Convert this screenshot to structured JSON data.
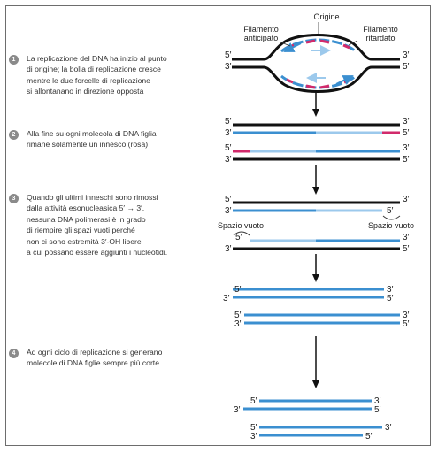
{
  "steps": [
    {
      "num": "1",
      "text": "La replicazione del DNA ha inizio al punto\ndi origine; la bolla di replicazione cresce\nmentre le due forcelle di replicazione\nsi allontanano in direzione opposta"
    },
    {
      "num": "2",
      "text": "Alla fine su ogni molecola di DNA figlia\nrimane solamente un innesco (rosa)"
    },
    {
      "num": "3",
      "text": "Quando gli ultimi inneschi sono rimossi\ndalla attività esonucleasica 5′ → 3′,\nnessuna DNA polimerasi è in grado\ndi riempire gli spazi vuoti perché\nnon ci sono estremità 3′-OH libere\na cui possano essere aggiunti i nucleotidi."
    },
    {
      "num": "4",
      "text": "Ad ogni ciclo di replicazione si generano\nmolecole di DNA figlie sempre più corte."
    }
  ],
  "labels": {
    "origin": "Origine",
    "leading_1": "Filamento",
    "leading_2": "anticipato",
    "lagging_1": "Filamento",
    "lagging_2": "ritardato",
    "gap": "Spazio vuoto",
    "five": "5′",
    "three": "3′"
  },
  "colors": {
    "parent": "#111111",
    "daughter": "#3b8fd0",
    "daughter_light": "#9cc9ec",
    "primer": "#d12a6b"
  }
}
